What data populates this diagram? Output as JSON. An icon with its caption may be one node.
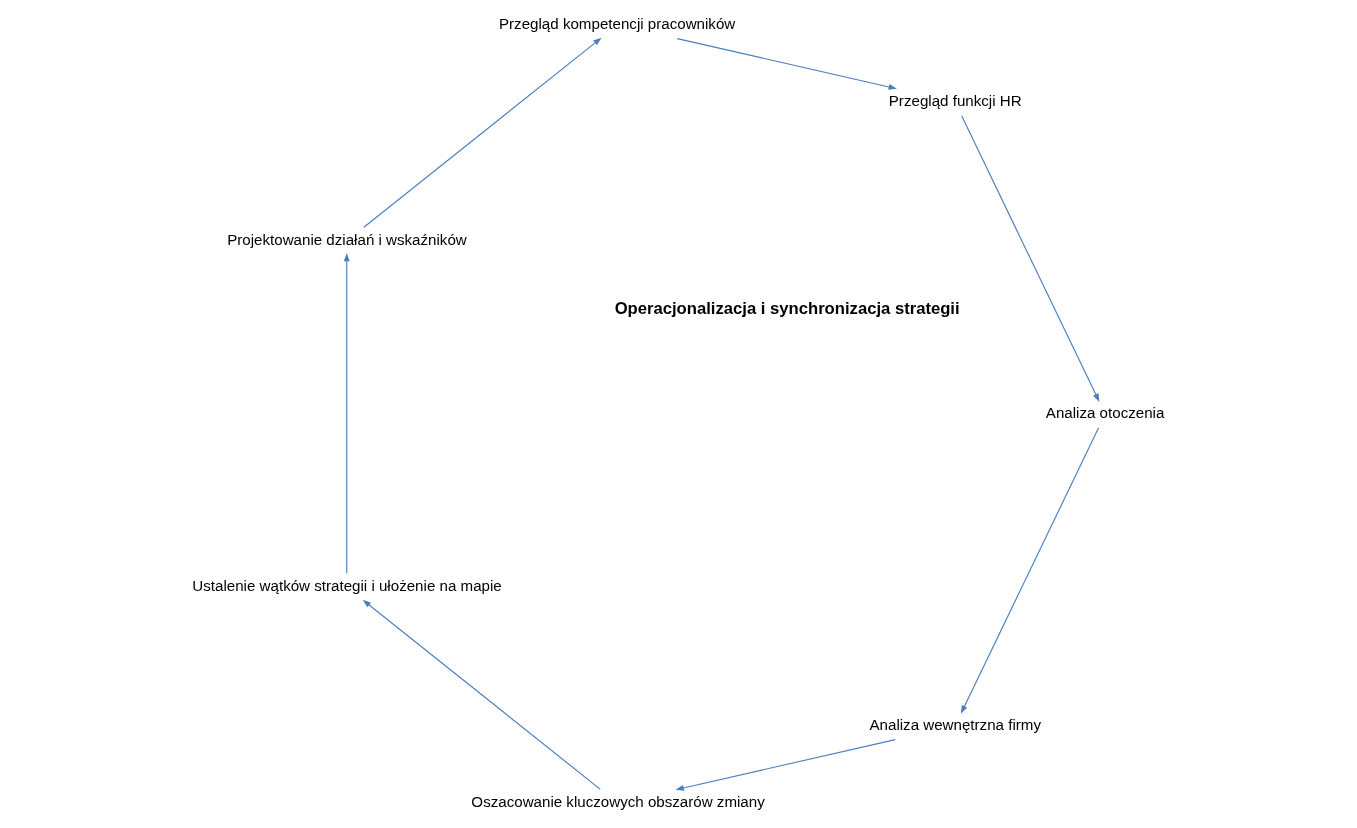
{
  "diagram": {
    "nodes": [
      {
        "text": [
          "Analiza wewnętrzna firmy"
        ]
      },
      {
        "text": [
          "Oszacowanie kluczowych obszarów zmiany"
        ]
      },
      {
        "text": [
          "Ustalenie wątków strategii i ułożenie na mapie"
        ]
      },
      {
        "text": [
          "Projektowanie działań i wskaźników"
        ]
      },
      {
        "text": [
          "Przegląd kompetencji pracowników"
        ]
      },
      {
        "text": [
          "Przegląd funkcji HR"
        ]
      },
      {
        "text": [
          "Analiza otoczenia"
        ]
      }
    ],
    "edges": [
      {
        "from": 6,
        "to": 0,
        "arrow": "to"
      },
      {
        "from": 0,
        "to": 1,
        "arrow": "to"
      },
      {
        "from": 1,
        "to": 2,
        "arrow": "to"
      },
      {
        "from": 2,
        "to": 3,
        "arrow": "to"
      },
      {
        "from": 3,
        "to": 4,
        "arrow": "to"
      },
      {
        "from": 4,
        "to": 5,
        "arrow": "to"
      },
      {
        "from": 5,
        "to": 6,
        "arrow": "to"
      }
    ],
    "labels": [
      "Operacjonalizacja i synchronizacja strategii"
    ]
  }
}
